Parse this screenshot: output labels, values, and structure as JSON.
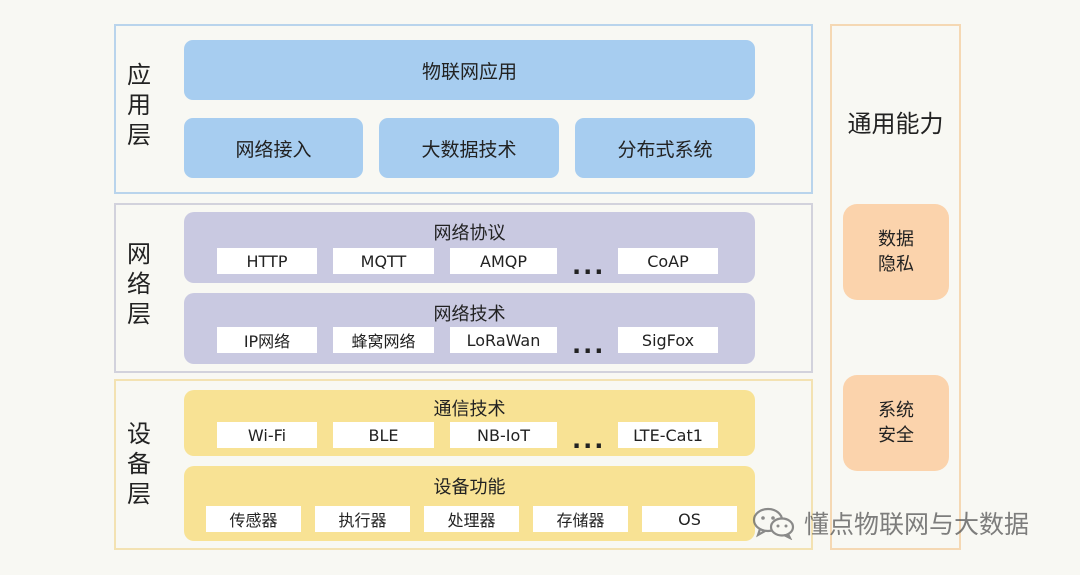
{
  "layers": {
    "app": {
      "title": "应\n用\n层",
      "top_box": "物联网应用",
      "items": [
        "网络接入",
        "大数据技术",
        "分布式系统"
      ]
    },
    "net": {
      "title": "网\n络\n层",
      "protocol": {
        "title": "网络协议",
        "chips": [
          "HTTP",
          "MQTT",
          "AMQP",
          "CoAP"
        ]
      },
      "tech": {
        "title": "网络技术",
        "chips": [
          "IP网络",
          "蜂窝网络",
          "LoRaWan",
          "SigFox"
        ]
      }
    },
    "dev": {
      "title": "设\n备\n层",
      "comm": {
        "title": "通信技术",
        "chips": [
          "Wi-Fi",
          "BLE",
          "NB-IoT",
          "LTE-Cat1"
        ]
      },
      "func": {
        "title": "设备功能",
        "chips": [
          "传感器",
          "执行器",
          "处理器",
          "存储器",
          "OS"
        ]
      }
    }
  },
  "ellipsis": "...",
  "side": {
    "title": "通用能力",
    "boxes": [
      "数据\n隐私",
      "系统\n安全"
    ]
  },
  "watermark": {
    "text": "懂点物联网与大数据",
    "icon": "wechat-icon"
  },
  "colors": {
    "blue": "#a7cdf0",
    "purple": "#c9c9e1",
    "yellow": "#f8e294",
    "orange": "#fbd3ac"
  }
}
